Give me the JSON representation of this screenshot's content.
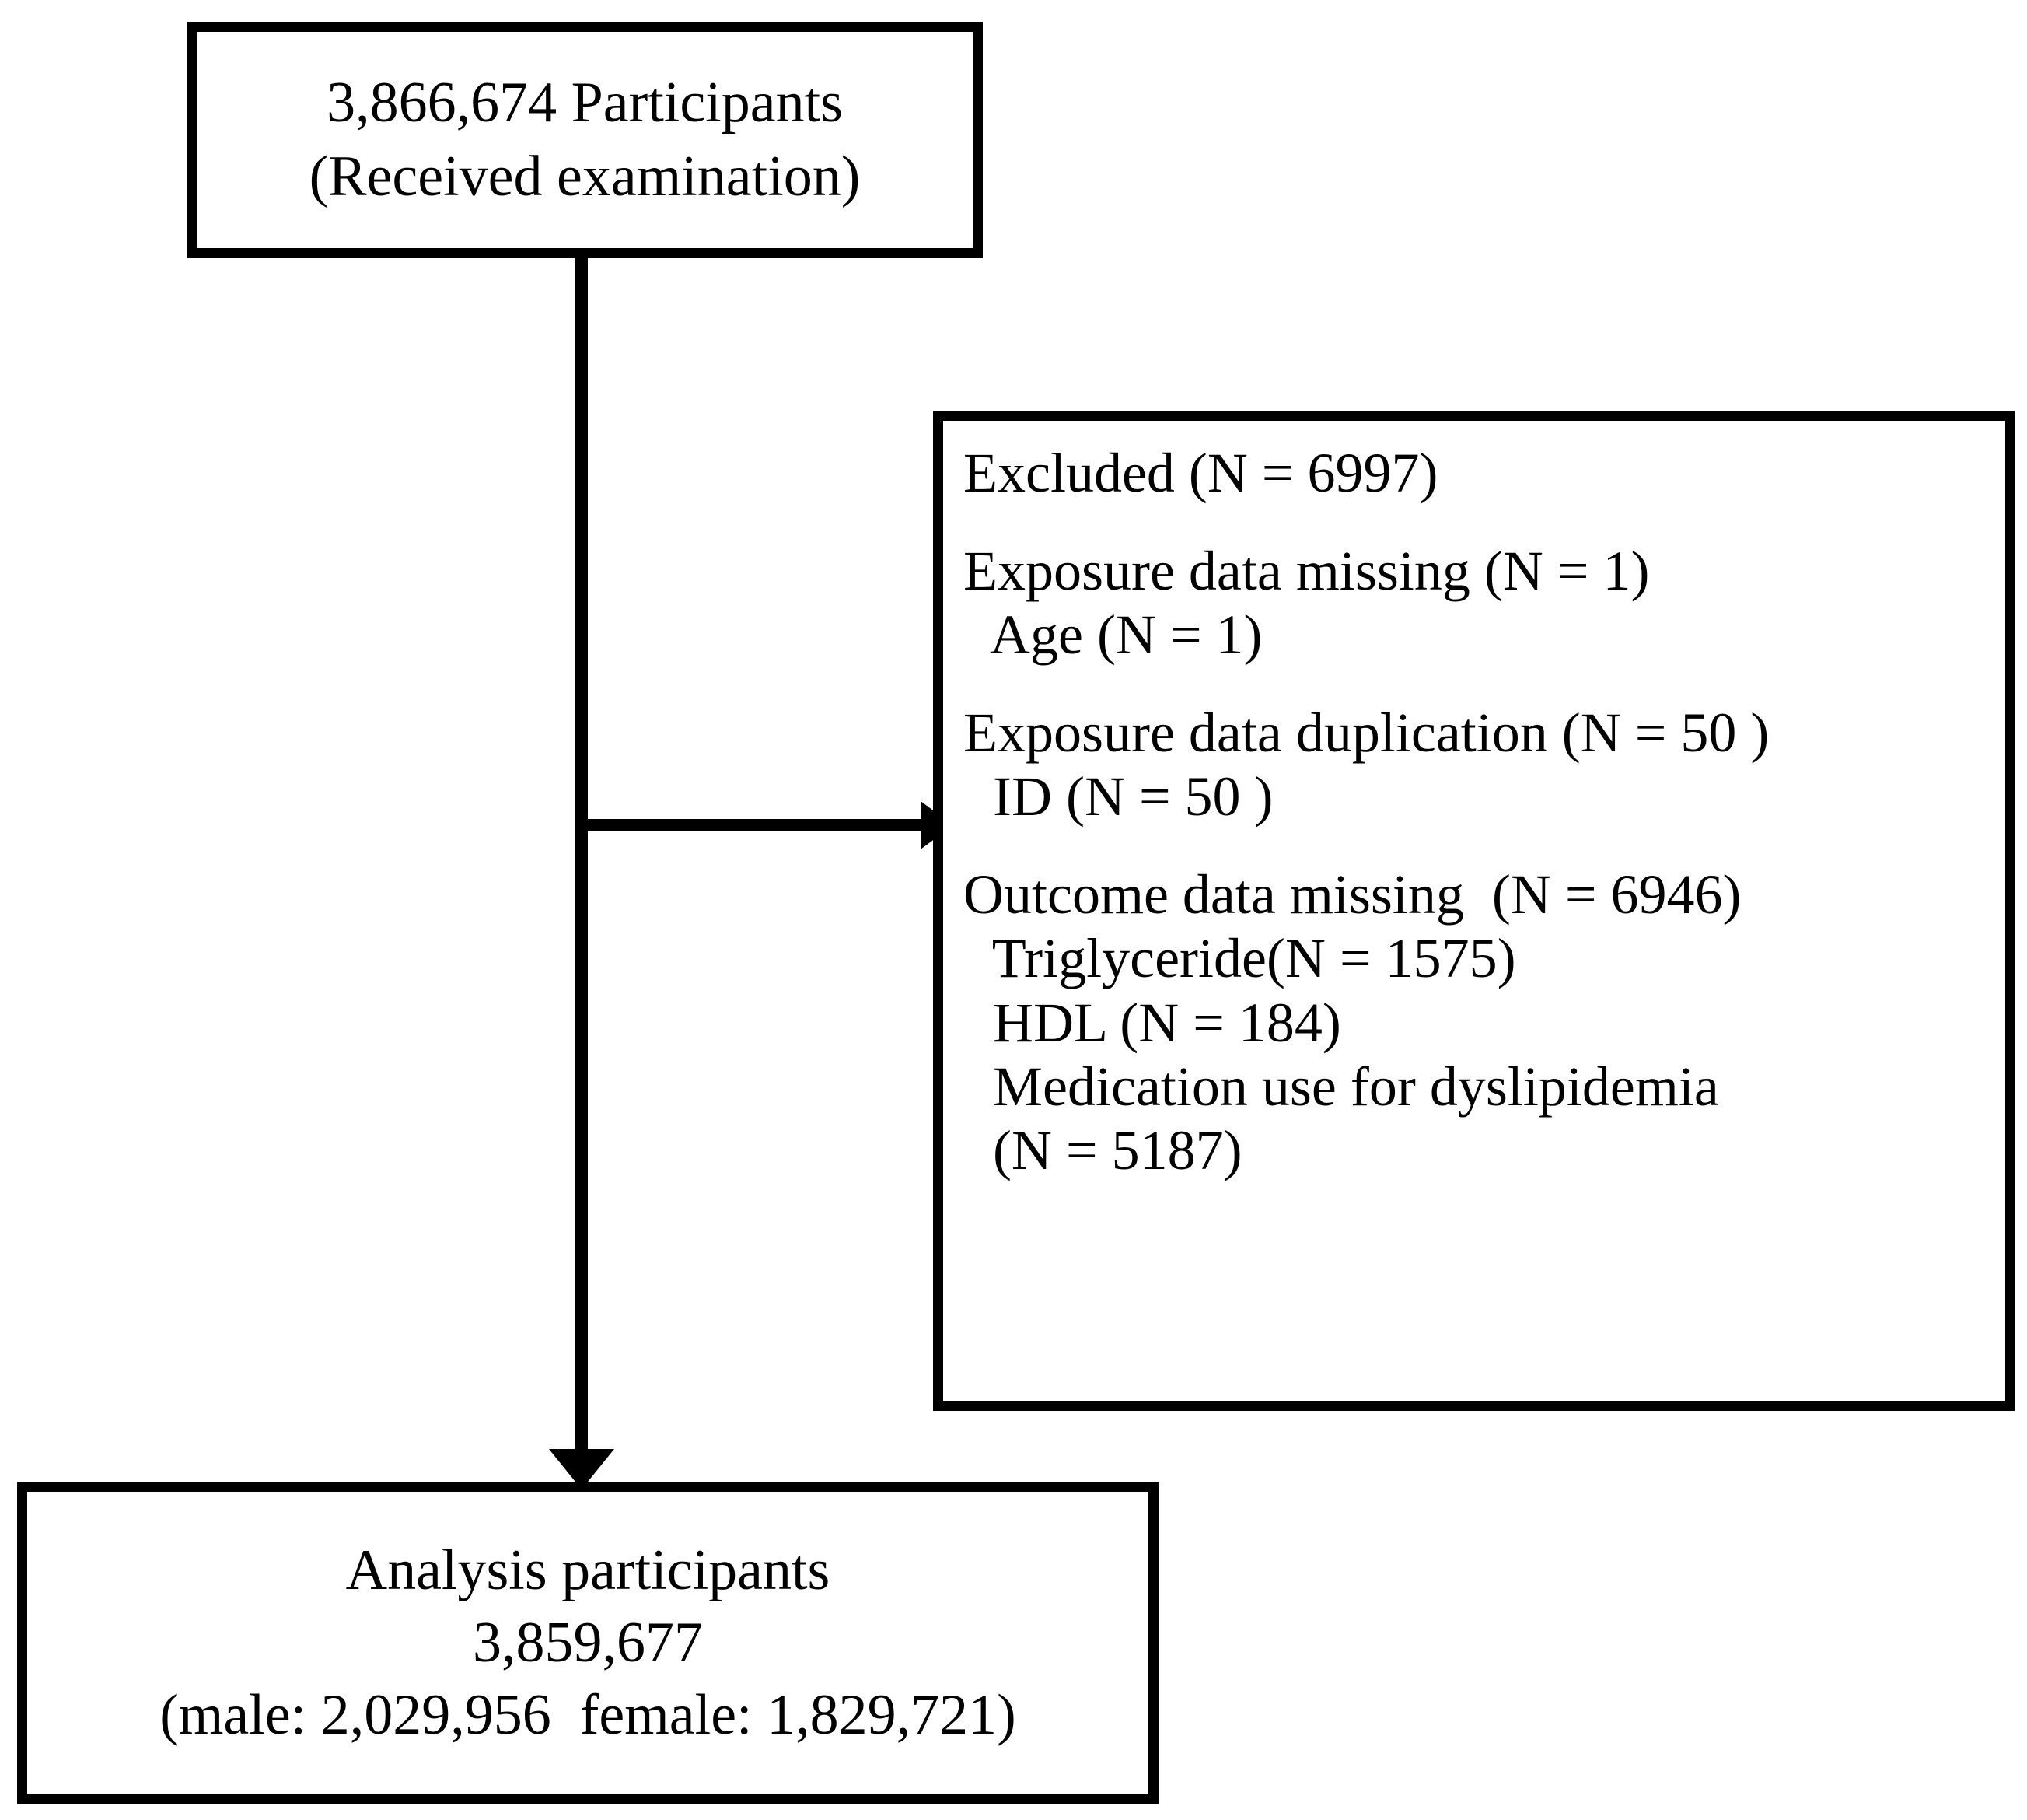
{
  "diagram": {
    "type": "participant-flow-chart",
    "stroke_color": "#000000",
    "background_color": "#ffffff"
  },
  "enrolled_box": {
    "line1": "3,866,674 Participants",
    "line2": "(Received examination)"
  },
  "excluded_box": {
    "heading": "Excluded (N = 6997)",
    "groups": [
      {
        "title": "Exposure data missing (N = 1)",
        "items": [
          " Age (N = 1)"
        ]
      },
      {
        "title": "Exposure data duplication (N = 50 )",
        "items": [
          " ID (N = 50 )"
        ]
      },
      {
        "title": "Outcome data missing  (N = 6946)",
        "items": [
          " Triglyceride(N = 1575)",
          " HDL (N = 184)",
          " Medication use for dyslipidemia",
          " (N = 5187)"
        ]
      }
    ]
  },
  "analysis_box": {
    "line1": "Analysis participants",
    "line2": "3,859,677",
    "line3": "(male: 2,029,956  female: 1,829,721)"
  },
  "connectors": {
    "trunk_label": "flow-down-connector",
    "branch_label": "exclusion-branch-connector"
  }
}
